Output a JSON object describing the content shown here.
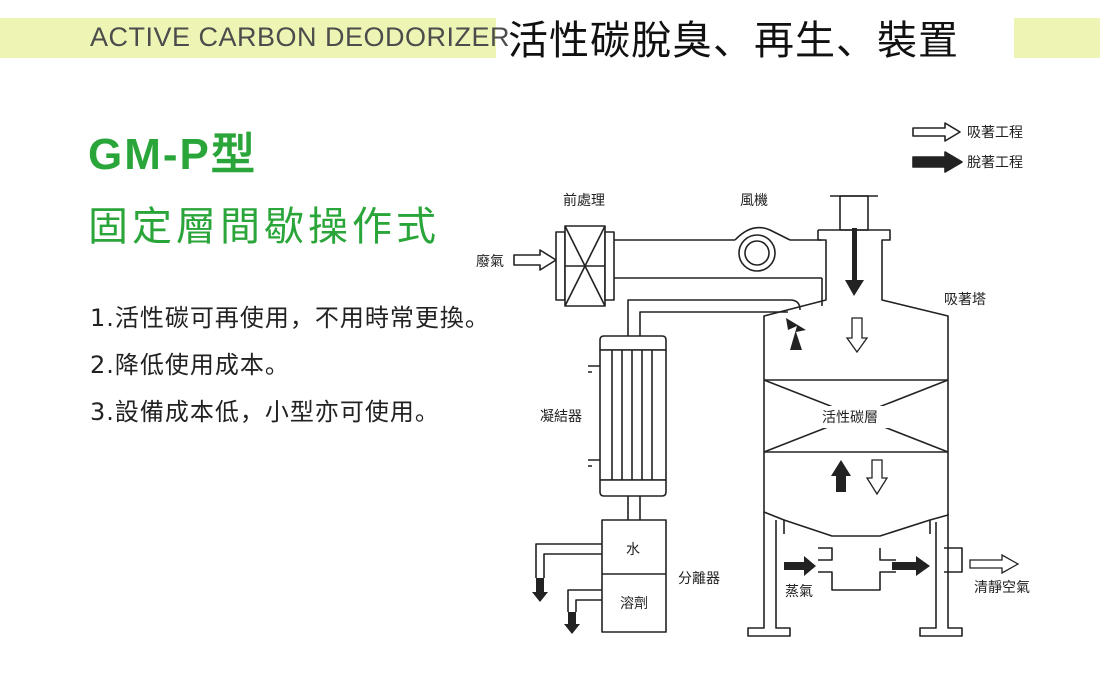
{
  "header": {
    "en_title": "ACTIVE CARBON DEODORIZER",
    "jp_title": "活性碳脫臭、再生、裝置"
  },
  "product": {
    "model": "GM-P型",
    "subtitle": "固定層間歇操作式"
  },
  "features": [
    "1.活性碳可再使用，不用時常更換。",
    "2.降低使用成本。",
    "3.設備成本低，小型亦可使用。"
  ],
  "legend": {
    "adsorption": "吸著工程",
    "desorption": "脫著工程"
  },
  "diagram": {
    "pretreatment": "前處理",
    "fan": "風機",
    "waste_gas": "廢氣",
    "adsorption_tower": "吸著塔",
    "condenser": "凝結器",
    "carbon_layer": "活性碳層",
    "water": "水",
    "solvent": "溶劑",
    "separator": "分離器",
    "steam": "蒸氣",
    "clean_air": "清靜空氣"
  }
}
